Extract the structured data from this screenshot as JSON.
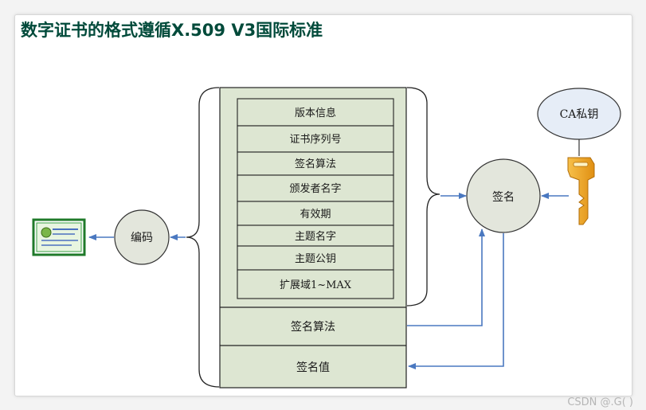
{
  "title": "数字证书的格式遵循X.509 V3国际标准",
  "fields": [
    "版本信息",
    "证书序列号",
    "签名算法",
    "颁发者名字",
    "有效期",
    "主题名字",
    "主题公钥",
    "扩展域1~MAX"
  ],
  "outer_fields": [
    "签名算法",
    "签名值"
  ],
  "nodes": {
    "encode": "编码",
    "sign": "签名",
    "ca_key": "CA私钥"
  },
  "watermark": "CSDN @.G( )",
  "colors": {
    "box_fill": "#dde6d2",
    "circle_fill": "#e3e6dc",
    "key_fill": "#f2a52a",
    "arrow": "#4a78c0",
    "ca_fill": "#e6edf7"
  },
  "icons": [
    "certificate-icon",
    "key-icon"
  ]
}
